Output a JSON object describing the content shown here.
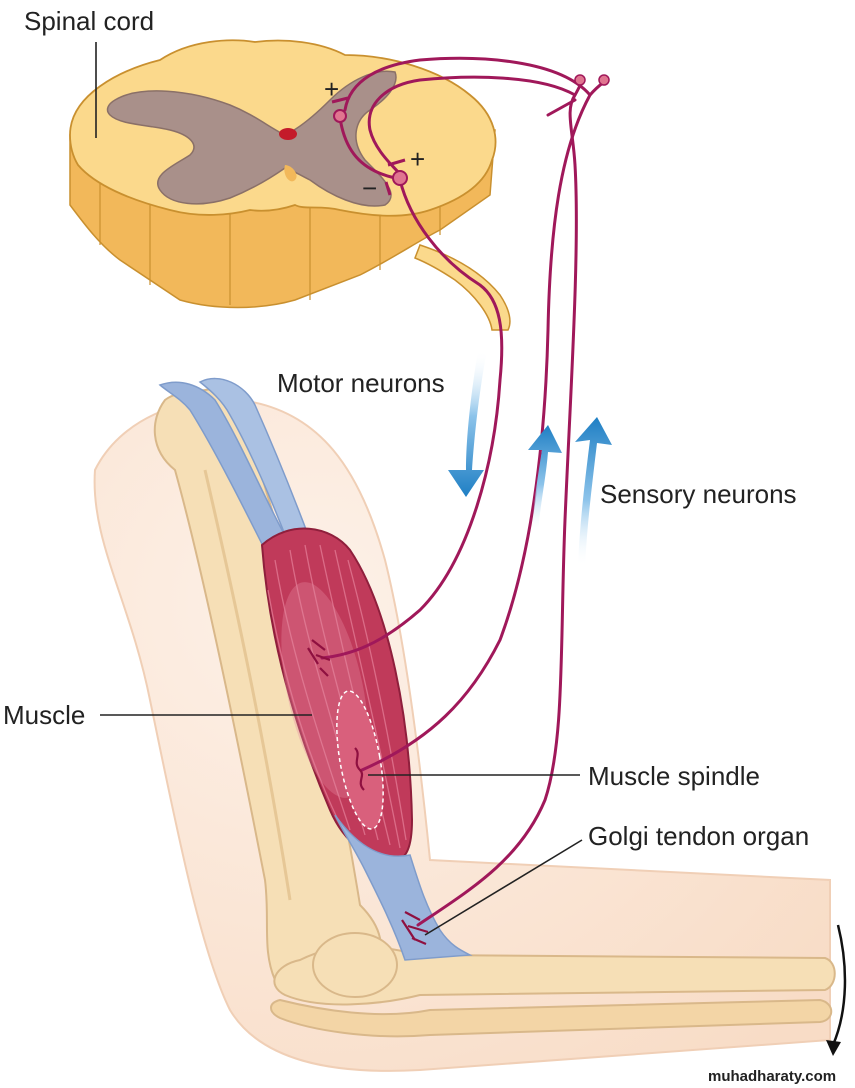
{
  "labels": {
    "spinal_cord": "Spinal cord",
    "motor_neurons": "Motor neurons",
    "sensory_neurons": "Sensory neurons",
    "muscle": "Muscle",
    "muscle_spindle": "Muscle spindle",
    "golgi_tendon_organ": "Golgi tendon organ"
  },
  "signs": {
    "excitatory_upper": "+",
    "excitatory_lower": "+",
    "inhibitory": "−"
  },
  "watermark": "muhadharaty.com",
  "colors": {
    "neuron": "#a0185a",
    "white_matter": "#fbd98c",
    "white_matter_side": "#f2b85a",
    "gray_matter": "#a9908a",
    "muscle": "#c03a5a",
    "tendon": "#9bb4dc",
    "bone": "#f6dfb6",
    "skin": "#fbe6d6",
    "arrow": "#1f7fc4"
  }
}
